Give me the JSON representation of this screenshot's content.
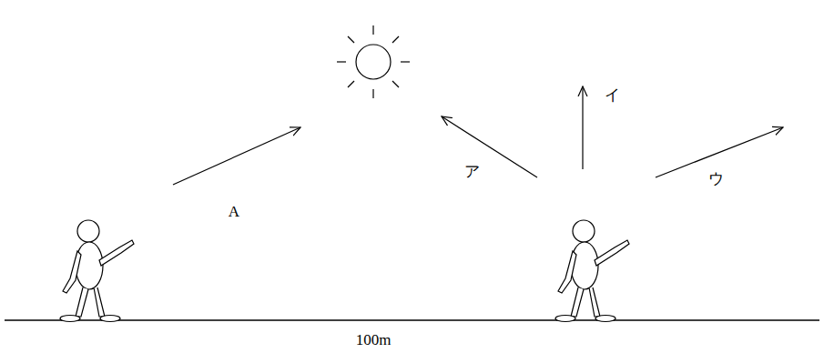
{
  "diagram": {
    "labels": [
      "A",
      "ア",
      "イ",
      "ウ",
      "100m"
    ]
  }
}
